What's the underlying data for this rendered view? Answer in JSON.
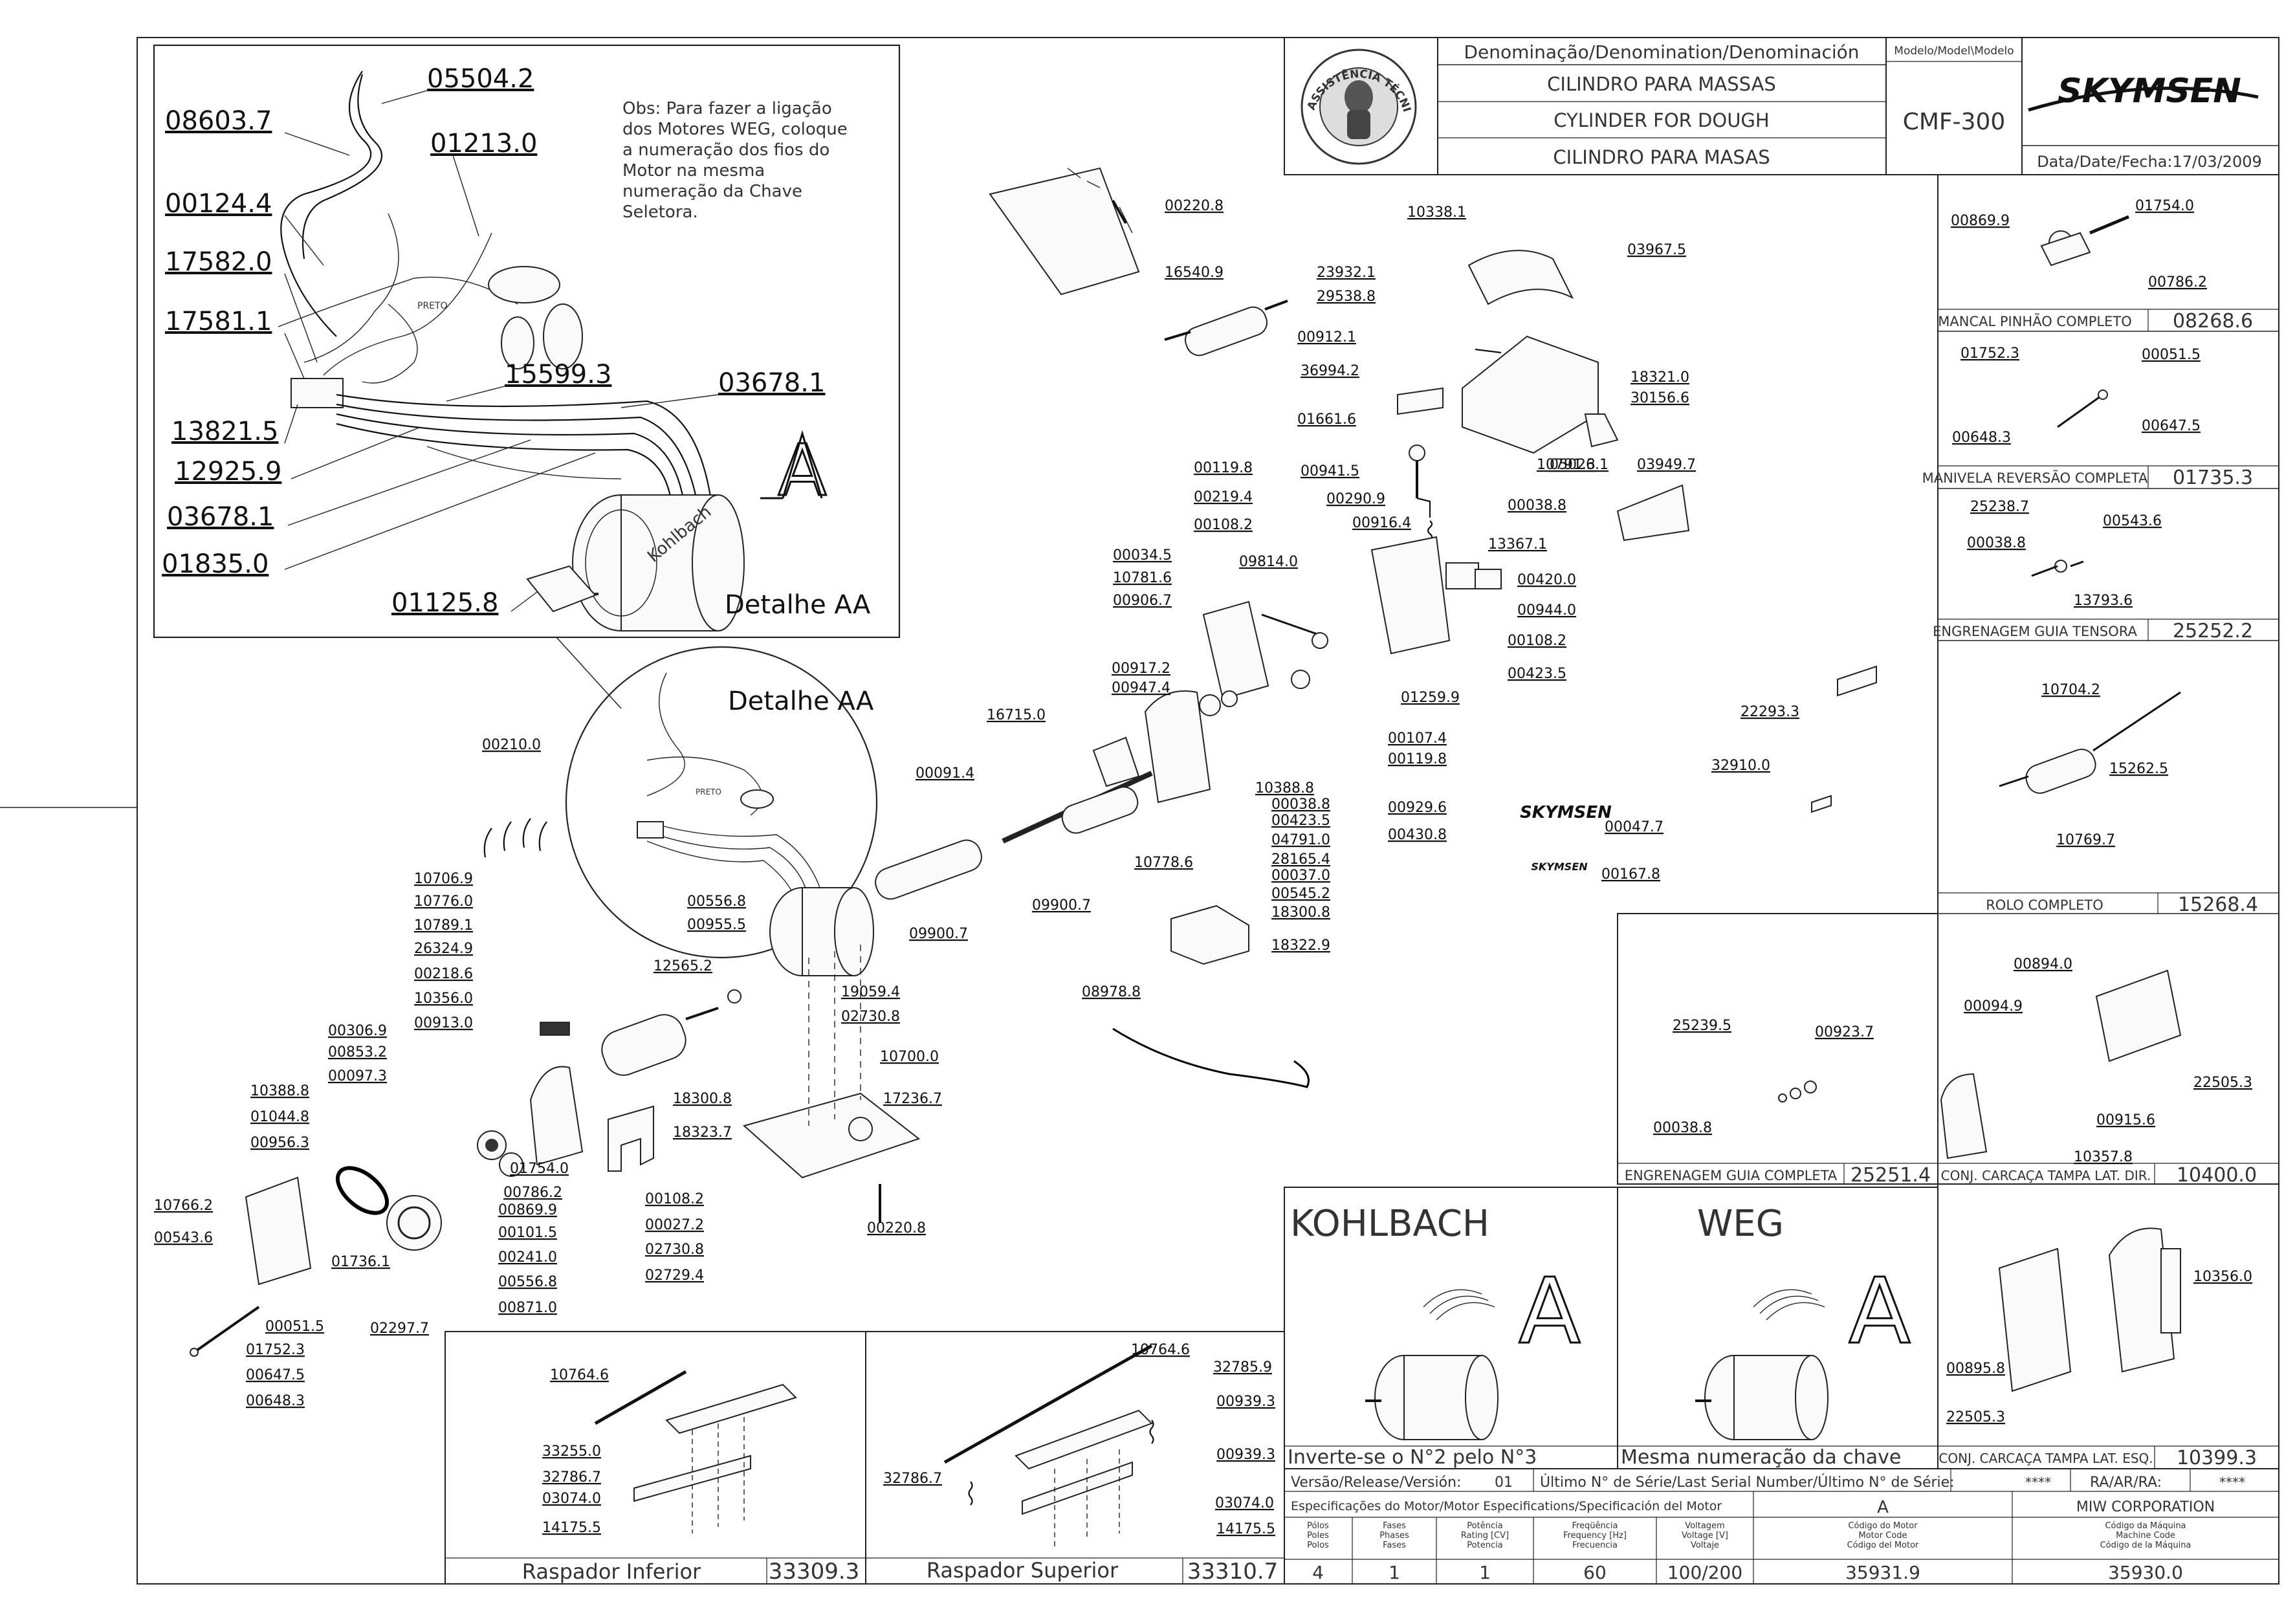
{
  "title_block": {
    "denomination_header": "Denominação/Denomination/Denominación",
    "model_header": "Modelo/Model\\Modelo",
    "name_pt": "CILINDRO PARA MASSAS",
    "name_en": "CYLINDER FOR DOUGH",
    "name_es": "CILINDRO PARA MASAS",
    "model": "CMF-300",
    "brand": "SKYMSEN",
    "date": "Data/Date/Fecha:17/03/2009",
    "seal_text": "ASSISTÊNCIA TÉCNICA AUTORIZADA"
  },
  "detail_box": {
    "obs": [
      "Obs: Para fazer a ligação",
      "dos Motores WEG, coloque",
      "a numeração dos fios do",
      "Motor na mesma",
      "numeração da Chave",
      "Seletora."
    ],
    "labels": [
      "05504.2",
      "08603.7",
      "01213.0",
      "00124.4",
      "17582.0",
      "17581.1",
      "15599.3",
      "03678.1",
      "13821.5",
      "12925.9",
      "03678.1",
      "01835.0",
      "01125.8"
    ],
    "wire_label": "PRETO",
    "detail_title": "Detalhe AA",
    "letter": "A",
    "motor_brand": "Kohlbach"
  },
  "circle_detail": {
    "title": "Detalhe AA",
    "wire_label": "PRETO"
  },
  "main_labels": [
    "00220.8",
    "16540.9",
    "00912.1",
    "10338.1",
    "03967.5",
    "23932.1",
    "29538.8",
    "18321.0",
    "30156.6",
    "36994.2",
    "01661.6",
    "00941.5",
    "05026.1",
    "10791.3",
    "03949.7",
    "00119.8",
    "00219.4",
    "00108.2",
    "00290.9",
    "00916.4",
    "00038.8",
    "13367.1",
    "00034.5",
    "10781.6",
    "09814.0",
    "00906.7",
    "00420.0",
    "00944.0",
    "00108.2",
    "00423.5",
    "00917.2",
    "00947.4",
    "01259.9",
    "00107.4",
    "00119.8",
    "16715.0",
    "10388.8",
    "00038.8",
    "00423.5",
    "04791.0",
    "28165.4",
    "00037.0",
    "00545.2",
    "18300.8",
    "18322.9",
    "00929.6",
    "00430.8",
    "00210.0",
    "00091.4",
    "10778.6",
    "09900.7",
    "09900.7",
    "00556.8",
    "00955.5",
    "12565.2",
    "19059.4",
    "02730.8",
    "10706.9",
    "10776.0",
    "10789.1",
    "26324.9",
    "00218.6",
    "10356.0",
    "00913.0",
    "00306.9",
    "00853.2",
    "00097.3",
    "10388.8",
    "01044.8",
    "00956.3",
    "01754.0",
    "00786.2",
    "00869.9",
    "00101.5",
    "00241.0",
    "00556.8",
    "00871.0",
    "10766.2",
    "00543.6",
    "01736.1",
    "02297.7",
    "00051.5",
    "01752.3",
    "00647.5",
    "00648.3",
    "18300.8",
    "18323.7",
    "10700.0",
    "17236.7",
    "00108.2",
    "00027.2",
    "02730.8",
    "02729.4",
    "00220.8",
    "08978.8",
    "22293.3",
    "32910.0",
    "00047.7",
    "00167.8"
  ],
  "brand_logo_small": "SKYMSEN",
  "right_panels": {
    "mancal": {
      "labels": [
        "00869.9",
        "01754.0",
        "00786.2"
      ],
      "title": "MANCAL PINHÃO COMPLETO",
      "code": "08268.6"
    },
    "manivela": {
      "labels": [
        "01752.3",
        "00051.5",
        "00648.3",
        "00647.5"
      ],
      "title": "MANIVELA REVERSÃO COMPLETA",
      "code": "01735.3"
    },
    "guia_tensora": {
      "labels": [
        "25238.7",
        "00543.6",
        "00038.8",
        "13793.6"
      ],
      "title": "ENGRENAGEM GUIA TENSORA",
      "code": "25252.2"
    },
    "rolo": {
      "labels": [
        "10704.2",
        "15262.5",
        "10769.7"
      ],
      "title": "ROLO COMPLETO",
      "code": "15268.4"
    },
    "guia_completa": {
      "labels": [
        "25239.5",
        "00923.7",
        "00038.8"
      ],
      "title": "ENGRENAGEM GUIA COMPLETA",
      "code": "25251.4"
    },
    "tampa_dir": {
      "labels": [
        "00894.0",
        "00094.9",
        "22505.3",
        "00915.6",
        "10357.8"
      ],
      "title": "CONJ. CARCAÇA TAMPA LAT. DIR.",
      "code": "10400.0"
    },
    "tampa_esq": {
      "labels": [
        "10356.0",
        "00895.8",
        "22505.3"
      ],
      "title": "CONJ. CARCAÇA TAMPA LAT. ESQ.",
      "code": "10399.3"
    }
  },
  "motors": {
    "kohlbach": {
      "name": "KOHLBACH",
      "letter": "A",
      "note": "Inverte-se o N°2 pelo N°3"
    },
    "weg": {
      "name": "WEG",
      "letter": "A",
      "note": "Mesma numeração da chave"
    }
  },
  "scrapers": {
    "inferior": {
      "labels": [
        "10764.6",
        "33255.0",
        "32786.7",
        "03074.0",
        "14175.5"
      ],
      "title": "Raspador Inferior",
      "code": "33309.3"
    },
    "superior": {
      "labels": [
        "10764.6",
        "32785.9",
        "00939.3",
        "32786.7",
        "00939.3",
        "03074.0",
        "14175.5"
      ],
      "title": "Raspador Superior",
      "code": "33310.7"
    }
  },
  "bottom_table": {
    "version_label": "Versão/Release/Versión:",
    "version": "01",
    "serial_label": "Último N° de Série/Last Serial Number/Último N° de Série:",
    "serial": "****",
    "ra_label": "RA/AR/RA:",
    "ra": "****",
    "spec_header": "Especificações do Motor/Motor Especifications/Specificación del Motor",
    "spec_letter": "A",
    "company": "MIW CORPORATION",
    "cols": [
      {
        "h": [
          "Pólos",
          "Poles",
          "Polos"
        ],
        "v": "4"
      },
      {
        "h": [
          "Fases",
          "Phases",
          "Fases"
        ],
        "v": "1"
      },
      {
        "h": [
          "Potência",
          "Rating [CV]",
          "Potencia"
        ],
        "v": "1"
      },
      {
        "h": [
          "Freqüência",
          "Frequency [Hz]",
          "Frecuencia"
        ],
        "v": "60"
      },
      {
        "h": [
          "Voltagem",
          "Voltage [V]",
          "Voltaje"
        ],
        "v": "100/200"
      },
      {
        "h": [
          "Código do Motor",
          "Motor Code",
          "Código del Motor"
        ],
        "v": "35931.9"
      },
      {
        "h": [
          "Código da Máquina",
          "Machine Code",
          "Código de la Máquina"
        ],
        "v": "35930.0"
      }
    ]
  }
}
